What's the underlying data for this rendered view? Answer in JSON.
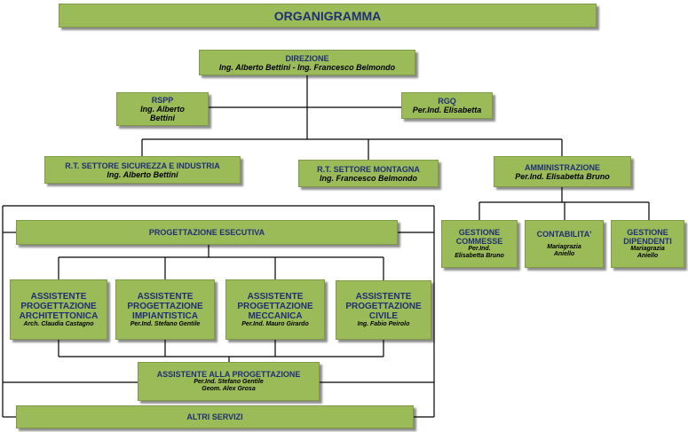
{
  "title": "ORGANIGRAMMA",
  "direzione": {
    "title": "DIREZIONE",
    "name": "Ing. Alberto Bettini - Ing. Francesco Belmondo"
  },
  "rspp": {
    "title": "RSPP",
    "name1": "Ing. Alberto",
    "name2": "Bettini"
  },
  "rgq": {
    "title": "RGQ",
    "name": "Per.Ind. Elisabetta"
  },
  "rt_sicurezza": {
    "title": "R.T. SETTORE SICUREZZA E INDUSTRIA",
    "name": "Ing. Alberto Bettini"
  },
  "rt_montagna": {
    "title": "R.T. SETTORE MONTAGNA",
    "name": "Ing. Francesco Belmondo"
  },
  "amministrazione": {
    "title": "AMMINISTRAZIONE",
    "name": "Per.Ind. Elisabetta Bruno"
  },
  "gestione_commesse": {
    "title1": "GESTIONE",
    "title2": "COMMESSE",
    "name1": "Per.Ind.",
    "name2": "Elisabetta Bruno"
  },
  "contabilita": {
    "title": "CONTABILITA'",
    "name1": "Mariagrazia",
    "name2": "Aniello"
  },
  "gestione_dipendenti": {
    "title1": "GESTIONE",
    "title2": "DIPENDENTI",
    "name1": "Mariagrazia",
    "name2": "Aniello"
  },
  "progettazione_esecutiva": {
    "title": "PROGETTAZIONE ESECUTIVA"
  },
  "ass_architettonica": {
    "title1": "ASSISTENTE",
    "title2": "PROGETTAZIONE",
    "title3": "ARCHITETTONICA",
    "name": "Arch. Claudia Castagno"
  },
  "ass_impiantistica": {
    "title1": "ASSISTENTE",
    "title2": "PROGETTAZIONE",
    "title3": "IMPIANTISTICA",
    "name": "Per.Ind. Stefano Gentile"
  },
  "ass_meccanica": {
    "title1": "ASSISTENTE",
    "title2": "PROGETTAZIONE",
    "title3": "MECCANICA",
    "name": "Per.Ind. Mauro Girardo"
  },
  "ass_civile": {
    "title1": "ASSISTENTE",
    "title2": "PROGETTAZIONE",
    "title3": "CIVILE",
    "name": "Ing. Fabio Peirolo"
  },
  "assistente_progettazione": {
    "title": "ASSISTENTE ALLA PROGETTAZIONE",
    "name1": "Per.Ind. Stefano Gentile",
    "name2": "Geom. Alex Grosa"
  },
  "altri_servizi": {
    "title": "ALTRI SERVIZI"
  }
}
